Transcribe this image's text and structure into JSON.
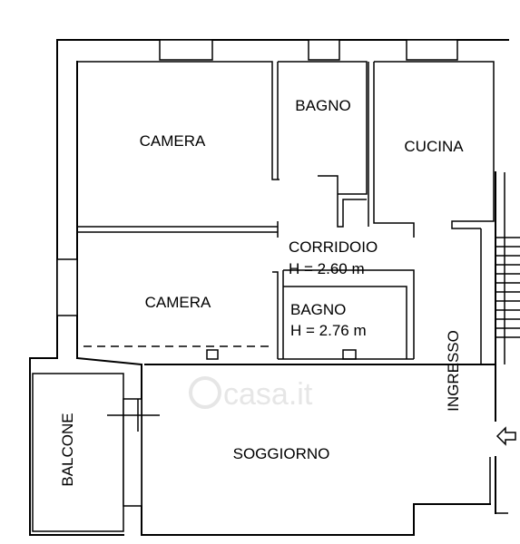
{
  "rooms": {
    "camera_top": "CAMERA",
    "bagno_top": "BAGNO",
    "cucina": "CUCINA",
    "corridoio": "CORRIDOIO",
    "corridoio_height": "H = 2.60 m",
    "camera_bottom": "CAMERA",
    "bagno_bottom": "BAGNO",
    "bagno_bottom_height": "H = 2.76 m",
    "ingresso": "INGRESSO",
    "balcone": "BALCONE",
    "soggiorno": "SOGGIORNO"
  },
  "watermark": "casa.it",
  "colors": {
    "wall": "#000000",
    "background": "#ffffff",
    "watermark": "#e6e6e6"
  },
  "icons": {
    "entrance_arrow": "arrow-left-outline-icon"
  }
}
